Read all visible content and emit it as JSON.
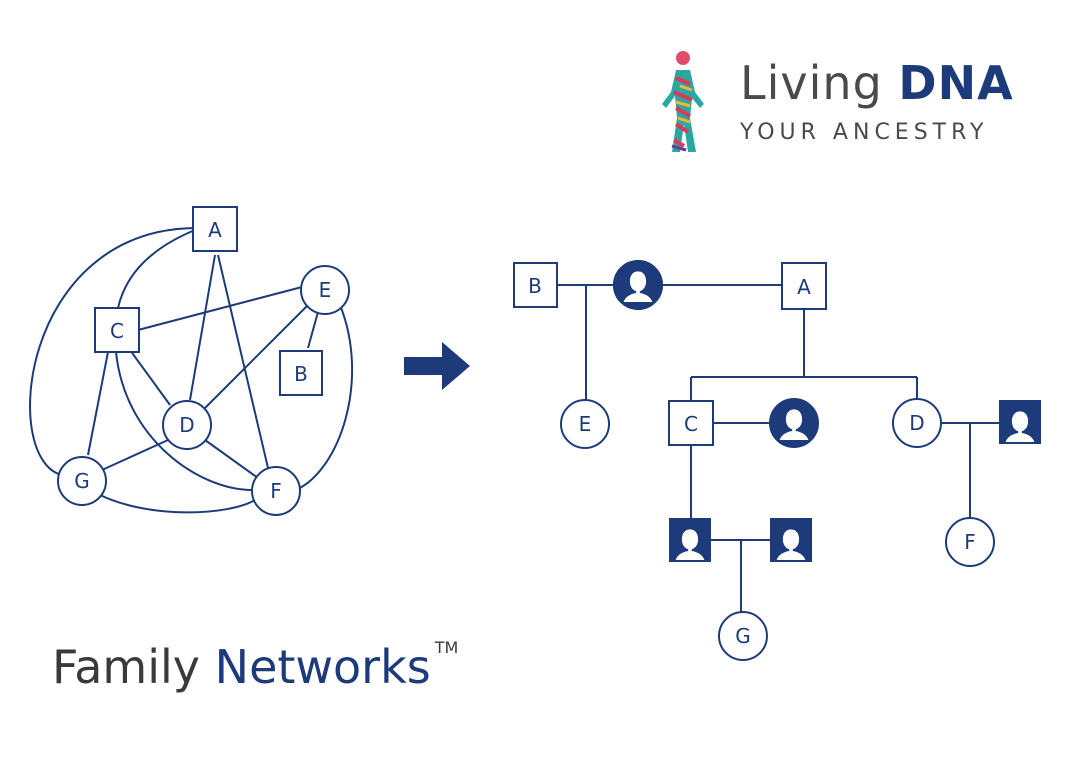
{
  "brand": {
    "title_light": "Living",
    "title_bold": "DNA",
    "subtitle": "YOUR ANCESTRY"
  },
  "caption": {
    "light": "Family",
    "bold": "Networks",
    "trademark": "TM"
  },
  "network": {
    "nodes": [
      {
        "id": "A",
        "label": "A",
        "shape": "square"
      },
      {
        "id": "B",
        "label": "B",
        "shape": "square"
      },
      {
        "id": "C",
        "label": "C",
        "shape": "square"
      },
      {
        "id": "D",
        "label": "D",
        "shape": "circle"
      },
      {
        "id": "E",
        "label": "E",
        "shape": "circle"
      },
      {
        "id": "F",
        "label": "F",
        "shape": "circle"
      },
      {
        "id": "G",
        "label": "G",
        "shape": "circle"
      }
    ]
  },
  "tree": {
    "nodes": [
      {
        "id": "B",
        "label": "B",
        "shape": "square"
      },
      {
        "id": "A",
        "label": "A",
        "shape": "square"
      },
      {
        "id": "E",
        "label": "E",
        "shape": "circle"
      },
      {
        "id": "C",
        "label": "C",
        "shape": "square"
      },
      {
        "id": "D",
        "label": "D",
        "shape": "circle"
      },
      {
        "id": "F",
        "label": "F",
        "shape": "circle"
      },
      {
        "id": "G",
        "label": "G",
        "shape": "circle"
      }
    ],
    "unknown_people": [
      "unknown-female-1",
      "unknown-female-2",
      "unknown-male-1",
      "unknown-male-2",
      "unknown-male-3"
    ]
  },
  "colors": {
    "accent": "#1d3b7a",
    "text_gray": "#4a4a4a"
  }
}
